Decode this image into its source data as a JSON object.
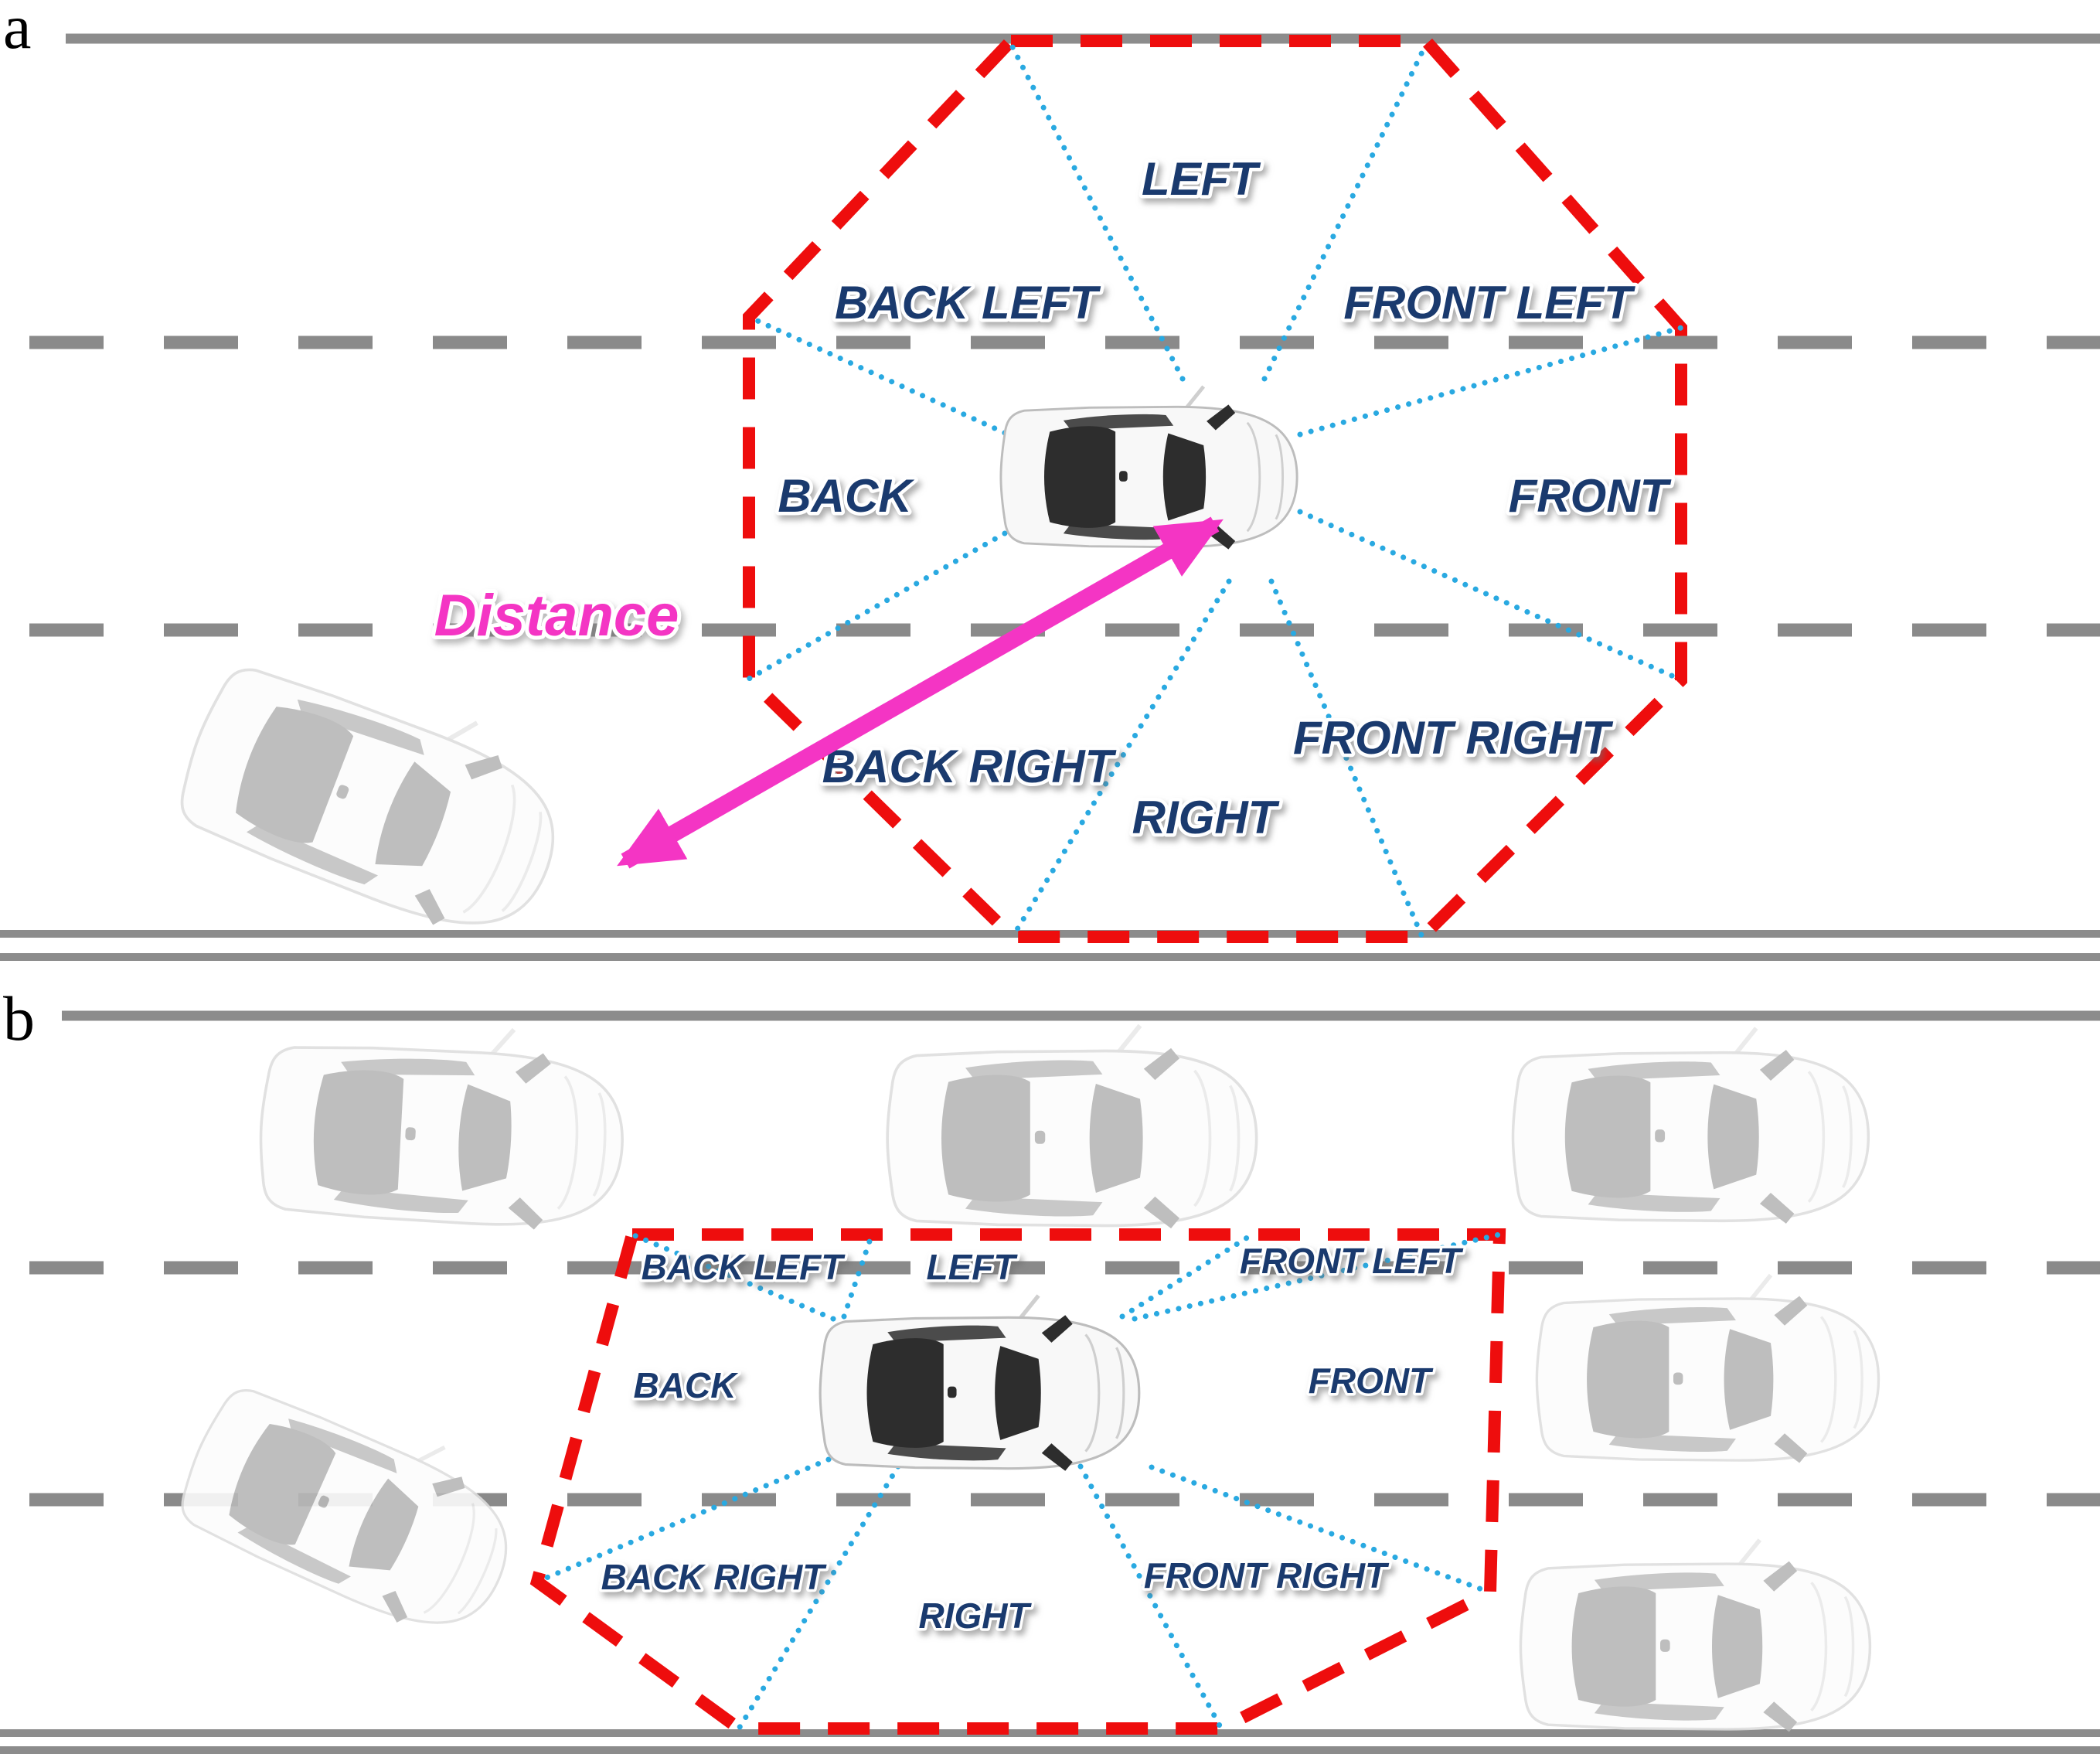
{
  "figure": {
    "panel_a": {
      "letter": "a",
      "labels": {
        "left": "LEFT",
        "back_left": "BACK LEFT",
        "front_left": "FRONT LEFT",
        "back": "BACK",
        "front": "FRONT",
        "back_right": "BACK RIGHT",
        "front_right": "FRONT RIGHT",
        "right": "RIGHT"
      },
      "distance_label": "Distance"
    },
    "panel_b": {
      "letter": "b",
      "labels": {
        "left": "LEFT",
        "back_left": "BACK LEFT",
        "front_left": "FRONT LEFT",
        "back": "BACK",
        "front": "FRONT",
        "back_right": "BACK RIGHT",
        "front_right": "FRONT RIGHT",
        "right": "RIGHT"
      }
    },
    "colors": {
      "zone_boundary_red": "#ee0d0d",
      "sector_ray_blue": "#29a9e1",
      "label_navy": "#1a3a6e",
      "distance_pink": "#f435c4",
      "road_gray": "#8c8c8c"
    }
  }
}
